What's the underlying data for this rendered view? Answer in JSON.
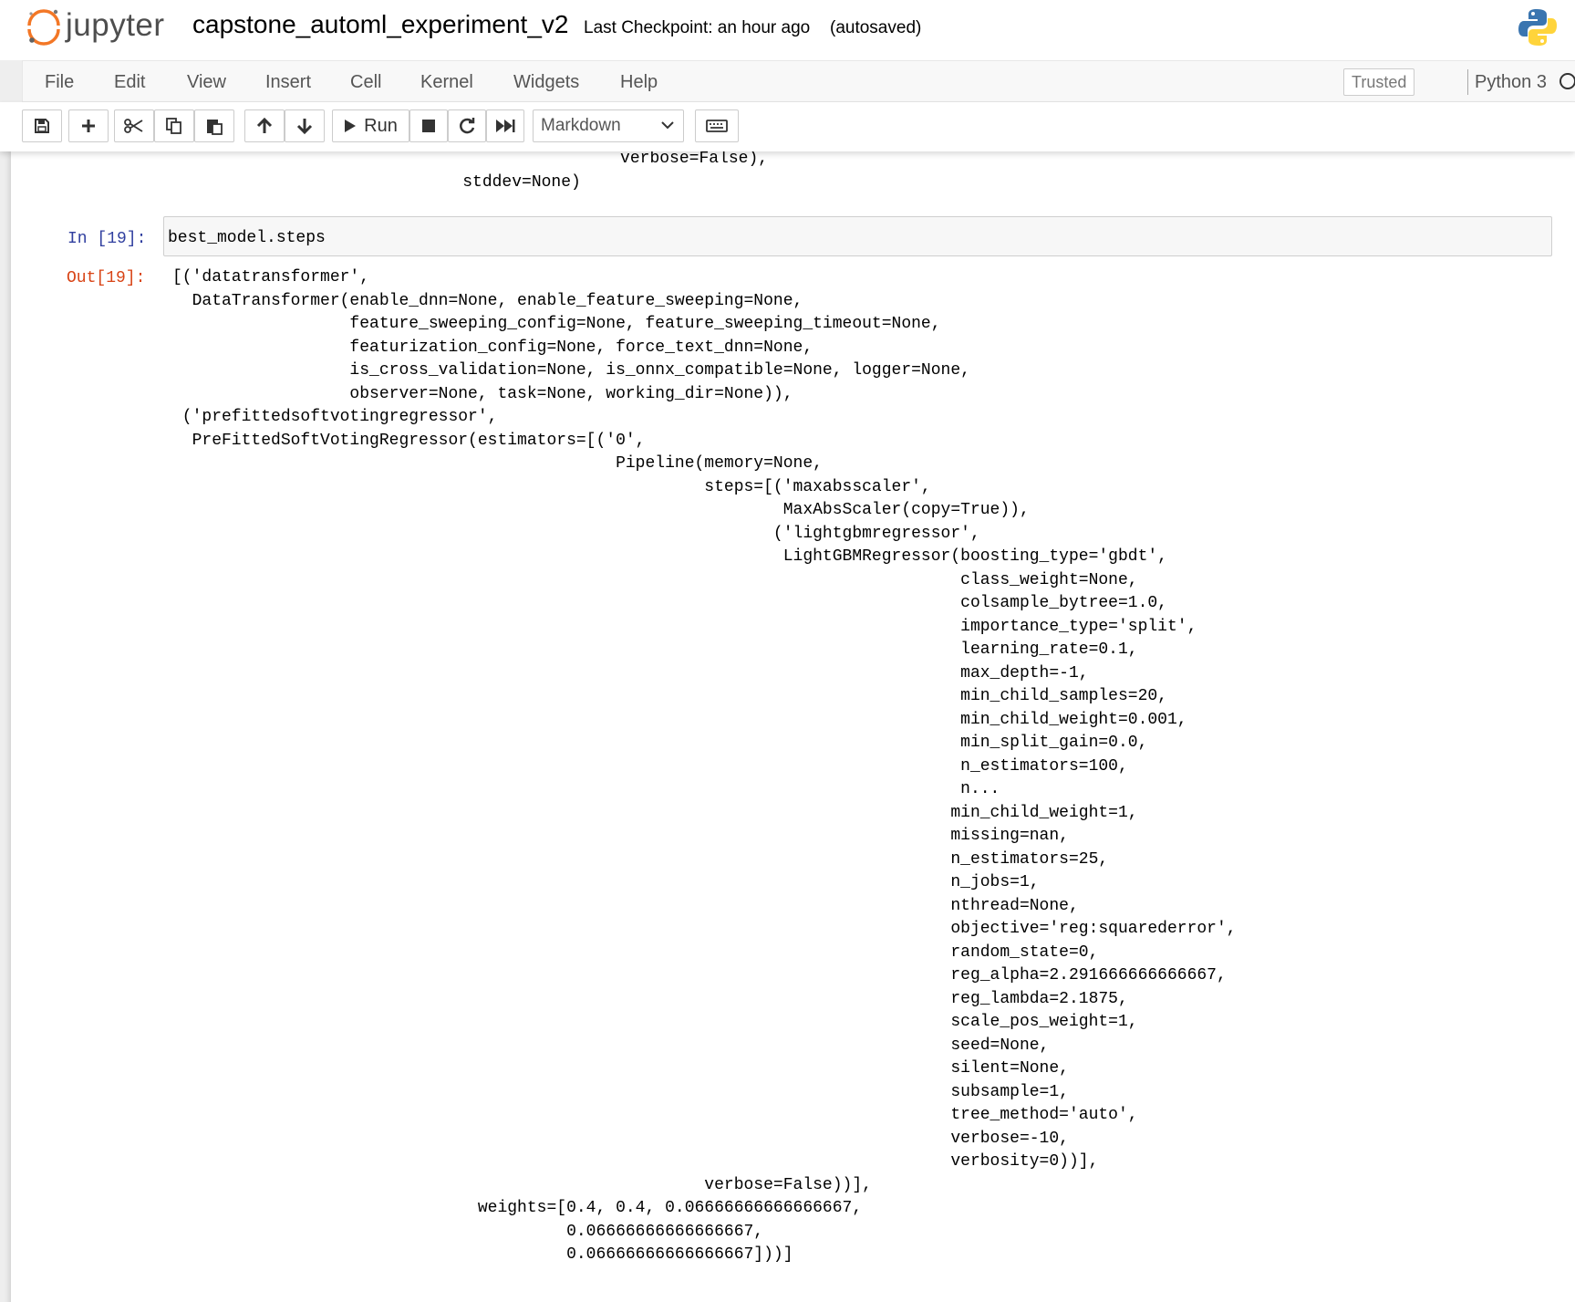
{
  "header": {
    "logo_text": "jupyter",
    "notebook_name": "capstone_automl_experiment_v2",
    "checkpoint": "Last Checkpoint: an hour ago",
    "autosave": "(autosaved)"
  },
  "menu": {
    "items": [
      "File",
      "Edit",
      "View",
      "Insert",
      "Cell",
      "Kernel",
      "Widgets",
      "Help"
    ],
    "trusted": "Trusted",
    "kernel": "Python 3"
  },
  "toolbar": {
    "run_label": "Run",
    "cell_type": "Markdown",
    "buttons": [
      "save-icon",
      "plus-icon",
      "cut-icon",
      "copy-icon",
      "paste-icon",
      "arrow-up-icon",
      "arrow-down-icon",
      "run-icon",
      "stop-icon",
      "restart-icon",
      "fast-forward-icon",
      "keyboard-icon"
    ]
  },
  "cells": {
    "previous_output": "                         verbose=False),\n         stddev=None)",
    "input_prompt": "In [19]:",
    "input_code": "best_model.steps",
    "output_prompt": "Out[19]:",
    "output_text": "[('datatransformer',\n  DataTransformer(enable_dnn=None, enable_feature_sweeping=None,\n                  feature_sweeping_config=None, feature_sweeping_timeout=None,\n                  featurization_config=None, force_text_dnn=None,\n                  is_cross_validation=None, is_onnx_compatible=None, logger=None,\n                  observer=None, task=None, working_dir=None)),\n ('prefittedsoftvotingregressor',\n  PreFittedSoftVotingRegressor(estimators=[('0',\n                                             Pipeline(memory=None,\n                                                      steps=[('maxabsscaler',\n                                                              MaxAbsScaler(copy=True)),\n                                                             ('lightgbmregressor',\n                                                              LightGBMRegressor(boosting_type='gbdt',\n                                                                                class_weight=None,\n                                                                                colsample_bytree=1.0,\n                                                                                importance_type='split',\n                                                                                learning_rate=0.1,\n                                                                                max_depth=-1,\n                                                                                min_child_samples=20,\n                                                                                min_child_weight=0.001,\n                                                                                min_split_gain=0.0,\n                                                                                n_estimators=100,\n                                                                                n...\n                                                                               min_child_weight=1,\n                                                                               missing=nan,\n                                                                               n_estimators=25,\n                                                                               n_jobs=1,\n                                                                               nthread=None,\n                                                                               objective='reg:squarederror',\n                                                                               random_state=0,\n                                                                               reg_alpha=2.291666666666667,\n                                                                               reg_lambda=2.1875,\n                                                                               scale_pos_weight=1,\n                                                                               seed=None,\n                                                                               silent=None,\n                                                                               subsample=1,\n                                                                               tree_method='auto',\n                                                                               verbose=-10,\n                                                                               verbosity=0))],\n                                                      verbose=False))],\n                               weights=[0.4, 0.4, 0.06666666666666667,\n                                        0.06666666666666667,\n                                        0.06666666666666667]))]"
  }
}
